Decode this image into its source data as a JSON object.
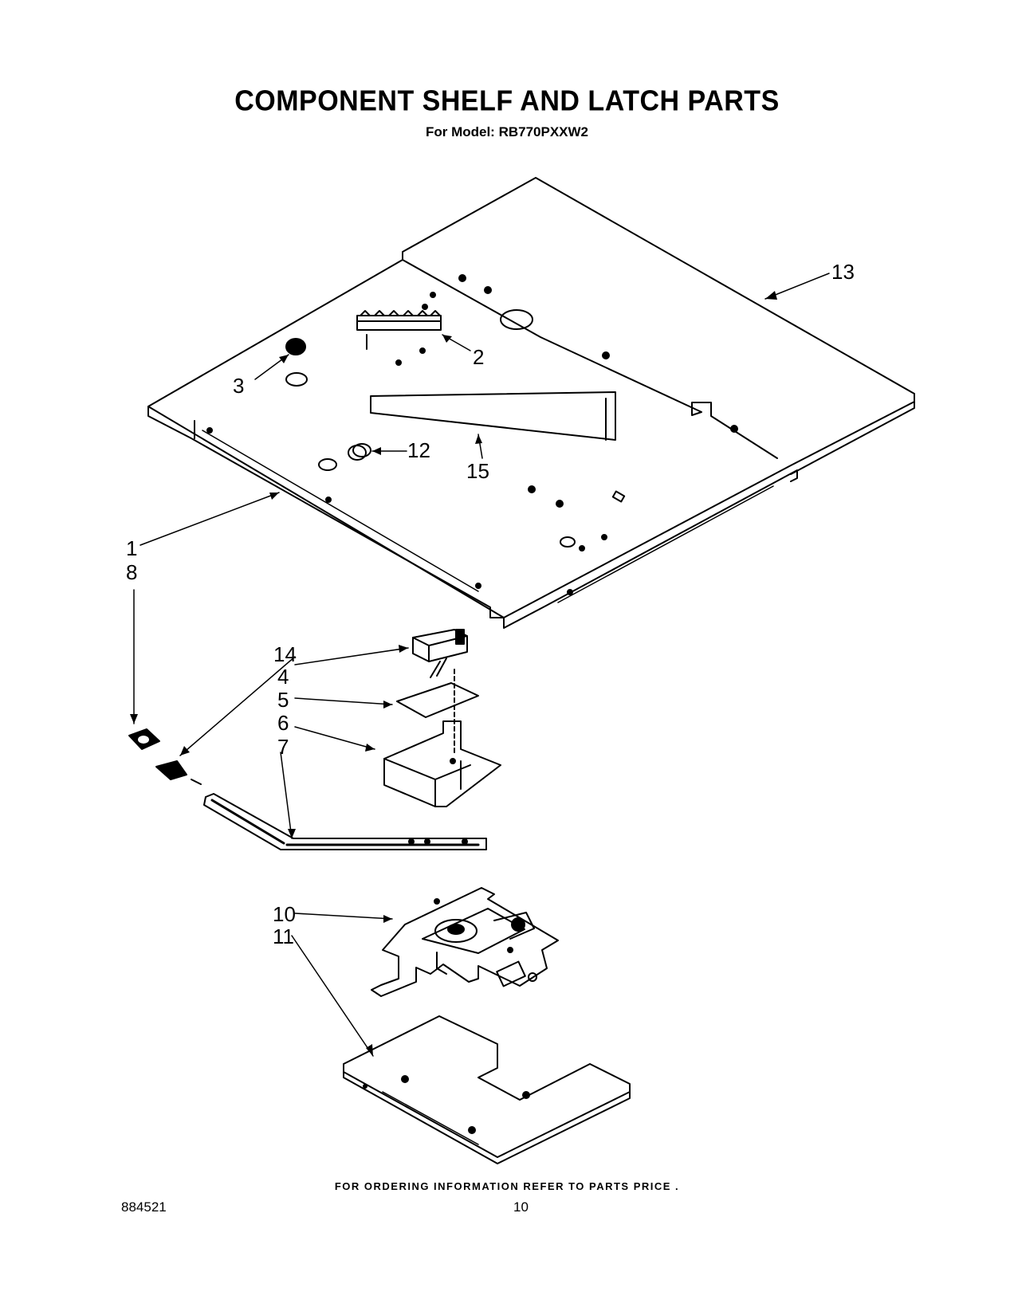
{
  "header": {
    "title": "COMPONENT SHELF AND LATCH PARTS",
    "subtitle": "For Model: RB770PXXW2"
  },
  "callouts": {
    "c1": "1",
    "c2": "2",
    "c3": "3",
    "c4": "4",
    "c5": "5",
    "c6": "6",
    "c7": "7",
    "c8": "8",
    "c10": "10",
    "c11": "11",
    "c12": "12",
    "c13": "13",
    "c14": "14",
    "c15": "15"
  },
  "footer": {
    "ordering_note": "FOR ORDERING INFORMATION REFER TO PARTS PRICE .",
    "doc_number": "884521",
    "page_number": "10"
  }
}
